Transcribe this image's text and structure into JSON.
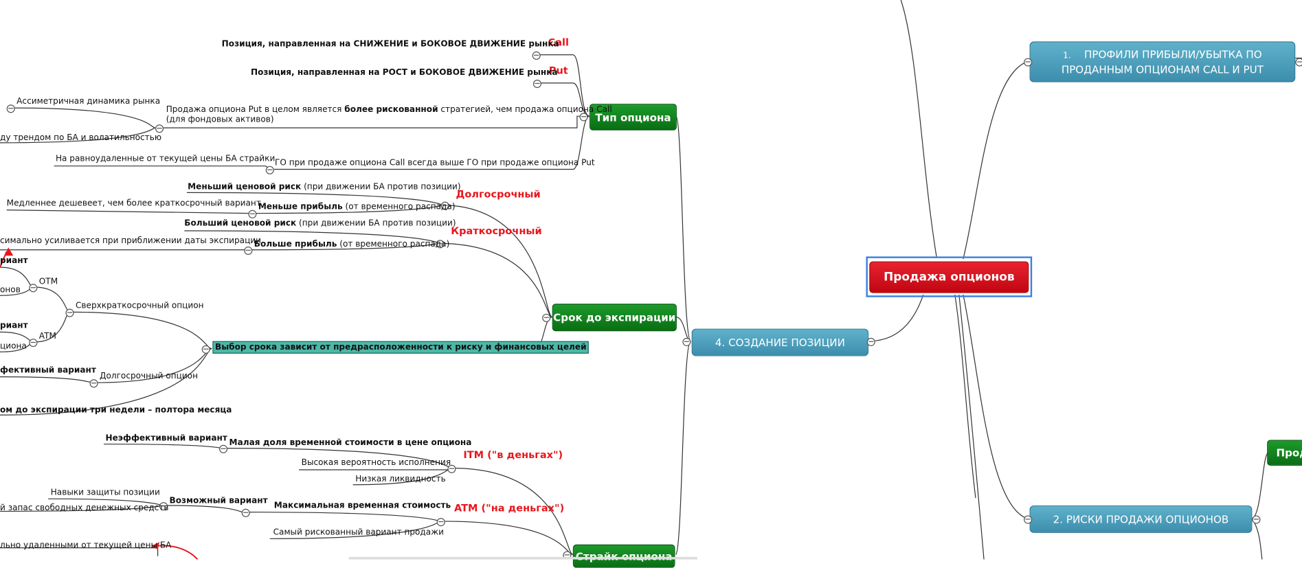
{
  "root": {
    "label": "Продажа опционов"
  },
  "branches": {
    "profiles": {
      "num": "1.",
      "line1": "ПРОФИЛИ ПРИБЫЛИ/УБЫТКА ПО",
      "line2": "ПРОДАННЫМ ОПЦИОНАМ CALL И PUT"
    },
    "risks": {
      "label": "2. РИСКИ ПРОДАЖИ ОПЦИОНОВ"
    },
    "creation": {
      "label": "4. СОЗДАНИЕ ПОЗИЦИИ"
    },
    "risks_child": {
      "label": "Прод"
    }
  },
  "type_node": {
    "label": "Тип опциона",
    "call": "Call",
    "call_desc_pre": "Позиция, направленная на ",
    "call_desc_bold": "СНИЖЕНИЕ и БОКОВОЕ ДВИЖЕНИЕ рынка",
    "put": "Put",
    "put_desc_pre": "Позиция, направленная на ",
    "put_desc_bold": "РОСТ и БОКОВОЕ ДВИЖЕНИЕ рынка",
    "risky_pre": "Продажа опциона Put в целом является ",
    "risky_bold": "более рискованной",
    "risky_post": " стратегией, чем продажа опциона Call",
    "risky_line2": "(для фондовых активов)",
    "asym": "Ассиметричная динамика рынка",
    "trend": "ду трендом по БА и волатильностью",
    "margin": "ГО при продаже  опциона Call всегда выше ГО при продаже  опциона Put",
    "equidistant": "На равноудаленные от текущей цены БА страйки"
  },
  "expiry_node": {
    "label": "Срок до экспирации",
    "long": "Долгосрочный",
    "long_risk_bold": "Меньший ценовой риск",
    "long_risk_rest": " (при движении БА против позиции)",
    "long_profit_bold": "Меньше прибыль",
    "long_profit_rest": " (от временного распада)",
    "long_cheaper": "Медленнее дешевеет, чем более краткосрочный вариант",
    "short": "Краткосрочный",
    "short_risk_bold": "Больший ценовой риск",
    "short_risk_rest": " (при движении БА против позиции)",
    "short_profit_bold": "Больше прибыль",
    "short_profit_rest": " (от временного распада)",
    "short_amplify": "симально усиливается при приближении даты экспирации",
    "choice": "Выбор срока зависит от предрасположенности к риску и финансовых целей",
    "ultra": "Сверхкраткосрочный опцион",
    "otm": "OTM",
    "atm": "ATM",
    "frag_variant1": "риант",
    "frag_ions": "онов",
    "frag_variant2": "риант",
    "frag_tsiona": "циона",
    "longterm": "Долгосрочный опцион",
    "frag_effective": "фективный вариант",
    "frag_three_weeks": "ом до экспирации три недели – полтора месяца"
  },
  "strike_node": {
    "label": "Страйк опциона",
    "itm": "ITM (\"в деньгах\")",
    "itm_small": "Малая доля временной стоимости в цене опциона",
    "itm_ineff": "Неэффективный вариант",
    "itm_high_prob": "Высокая вероятность исполнения",
    "itm_low_liq": "Низкая ликвидность",
    "atm": "ATM (\"на деньгах\")",
    "atm_max": "Максимальная временная стоимость",
    "atm_possible": "Возможный вариант",
    "atm_skills": "Навыки защиты позиции",
    "atm_cash": "й запас свободных денежных средств",
    "atm_risky": "Самый рискованный вариант продажи",
    "far": "льно удаленными от текущей цены БА"
  },
  "colors": {
    "green": "#0a7a17",
    "blue": "#4a9dbb",
    "red": "#d10a16",
    "accent": "#e8161c",
    "selection": "#3b7fe0"
  }
}
